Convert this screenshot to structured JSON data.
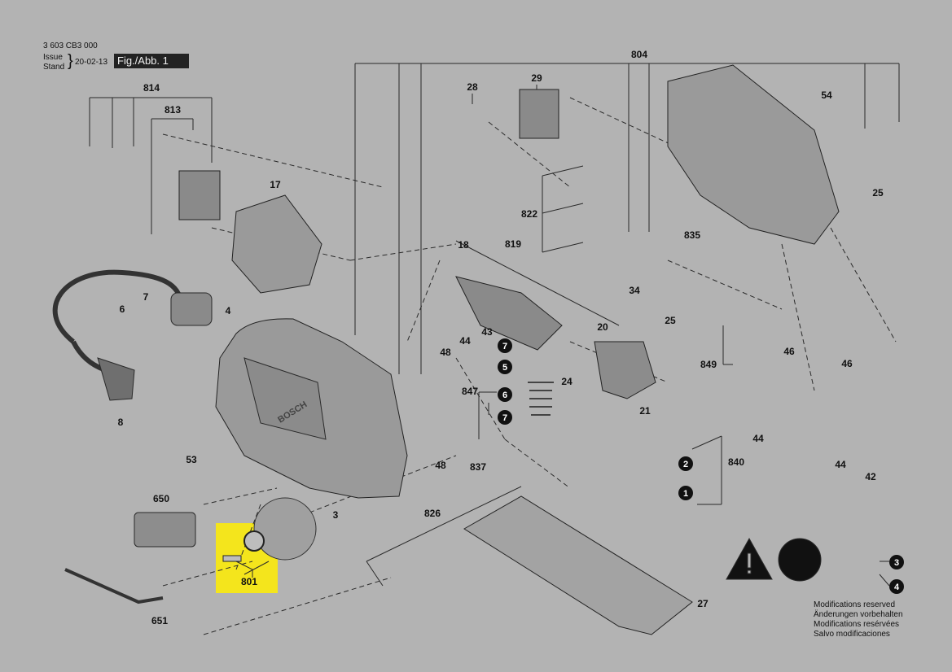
{
  "header": {
    "part_number": "3 603 CB3 000",
    "issue_label_1": "Issue",
    "issue_label_2": "Stand",
    "date": "20-02-13",
    "figure": "Fig./Abb. 1"
  },
  "notice": {
    "line1": "Modifications reserved",
    "line2": "Änderungen vorbehalten",
    "line3": "Modifications resérvées",
    "line4": "Salvo modificaciones"
  },
  "brand_text": "BOSCH",
  "highlighted_part": "801",
  "labels": {
    "l804": "804",
    "l814": "814",
    "l813": "813",
    "l28": "28",
    "l29": "29",
    "l54": "54",
    "l17": "17",
    "l822": "822",
    "l25a": "25",
    "l25b": "25",
    "l18": "18",
    "l819": "819",
    "l835": "835",
    "l34": "34",
    "l7": "7",
    "l6": "6",
    "l4": "4",
    "l8": "8",
    "l44a": "44",
    "l43": "43",
    "l48a": "48",
    "l20": "20",
    "l21": "21",
    "l24": "24",
    "l847": "847",
    "l849": "849",
    "l46a": "46",
    "l46b": "46",
    "l53": "53",
    "l837": "837",
    "l48b": "48",
    "l840": "840",
    "l44b": "44",
    "l44c": "44",
    "l42": "42",
    "l650": "650",
    "l3": "3",
    "l826": "826",
    "l801": "801",
    "l27": "27",
    "l651": "651"
  },
  "badges": {
    "b7a": "7",
    "b5": "5",
    "b6": "6",
    "b7b": "7",
    "b2": "2",
    "b1": "1",
    "b3": "3",
    "b4": "4"
  },
  "colors": {
    "background": "#b3b3b3",
    "highlight": "#f4e51c",
    "ink": "#111111"
  }
}
